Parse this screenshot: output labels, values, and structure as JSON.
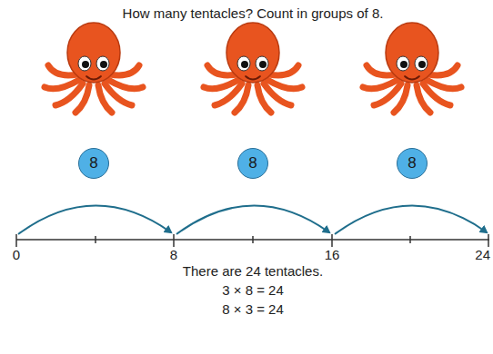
{
  "diagram": {
    "title": "How many tentacles? Count in groups of 8.",
    "nodes": [
      {
        "text": [
          "8"
        ]
      },
      {
        "text": [
          "8"
        ]
      },
      {
        "text": [
          "8"
        ]
      }
    ],
    "labels": [
      "0",
      "8",
      "16",
      "24",
      "There are 24 tentacles.",
      "3 × 8 = 24",
      "8 × 3 = 24"
    ]
  }
}
